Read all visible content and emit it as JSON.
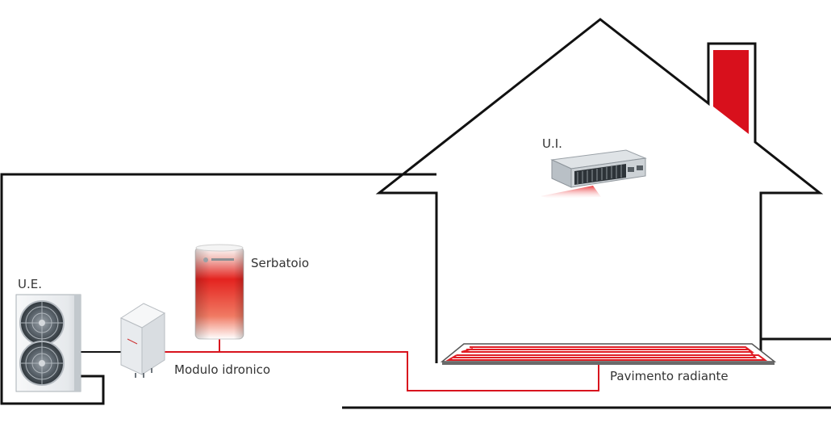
{
  "labels": {
    "outdoor_unit": "U.E.",
    "indoor_unit": "U.I.",
    "tank": "Serbatoio",
    "hydronic_module": "Modulo idronico",
    "radiant_floor": "Pavimento radiante"
  },
  "colors": {
    "outline": "#111111",
    "pipe_red": "#d8141e",
    "chimney": "#d8101c",
    "unit_body": "#eef0f1",
    "unit_shadow": "#c9ced3"
  }
}
